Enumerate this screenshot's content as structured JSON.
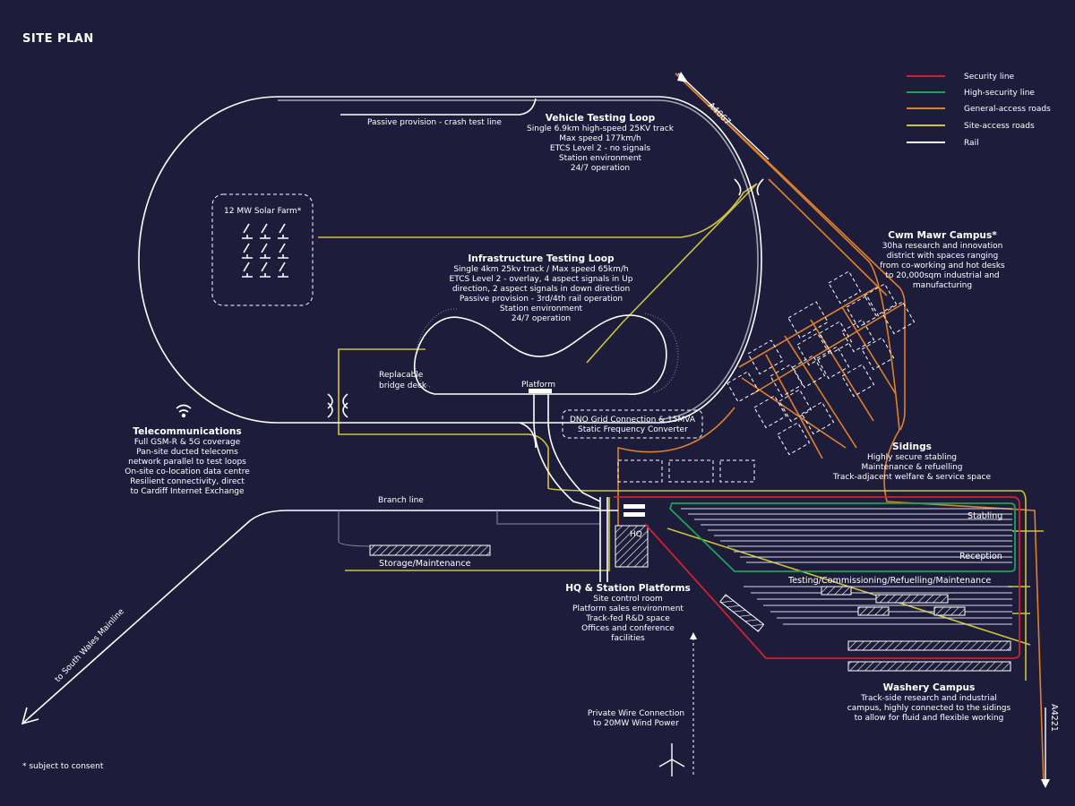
{
  "title": "SITE PLAN",
  "footnote": "* subject to consent",
  "legend": [
    {
      "label": "Security line",
      "color": "#d0202e"
    },
    {
      "label": "High-security line",
      "color": "#1fa05a"
    },
    {
      "label": "General-access roads",
      "color": "#e0802a"
    },
    {
      "label": "Site-access roads",
      "color": "#cfc437"
    },
    {
      "label": "Rail",
      "color": "#ffffff"
    }
  ],
  "roads": {
    "a4067": "A4067",
    "a4221": "A4221",
    "mainline": "to South Wales Mainline"
  },
  "labels": {
    "crash_test": "Passive provision - crash test line",
    "branch_line": "Branch line",
    "platform": "Platform",
    "bridge_1": "Replacable",
    "bridge_2": "bridge deck",
    "hq": "HQ",
    "storage": "Storage/Maintenance",
    "stabling": "Stabling",
    "reception": "Reception",
    "testing": "Testing/Commissioning/Refuelling/Maintenance"
  },
  "vehicle_loop": {
    "title": "Vehicle Testing Loop",
    "lines": [
      "Single 6.9km high-speed 25KV track",
      "Max speed 177km/h",
      "ETCS Level 2 - no signals",
      "Station environment",
      "24/7 operation"
    ]
  },
  "infra_loop": {
    "title": "Infrastructure Testing Loop",
    "lines": [
      "Single 4km 25kv track / Max speed 65km/h",
      "ETCS Level 2 - overlay, 4 aspect signals in Up",
      "direction, 2 aspect signals in down direction",
      "Passive provision - 3rd/4th rail operation",
      "Station environment",
      "24/7 operation"
    ]
  },
  "solar": {
    "title": "12 MW Solar Farm*",
    "icon": "solar-panel-icon"
  },
  "cwm_mawr": {
    "title": "Cwm Mawr Campus*",
    "lines": [
      "30ha research and innovation",
      "district with spaces ranging",
      "from co-working and hot desks",
      "to 20,000sqm industrial and",
      "manufacturing"
    ]
  },
  "dno": {
    "lines": [
      "DNO Grid Connection & 15MVA",
      "Static Frequency Converter"
    ]
  },
  "telecoms": {
    "title": "Telecommunications",
    "icon": "wifi-icon",
    "lines": [
      "Full GSM-R & 5G coverage",
      "Pan-site ducted telecoms",
      "network parallel to test loops",
      "On-site co-location data centre",
      "Resilient connectivity, direct",
      "to Cardiff Internet Exchange"
    ]
  },
  "sidings": {
    "title": "Sidings",
    "lines": [
      "Highly secure stabling",
      "Maintenance & refuelling",
      "Track-adjacent welfare & service space"
    ]
  },
  "hq_platforms": {
    "title": "HQ & Station Platforms",
    "lines": [
      "Site control room",
      "Platform sales environment",
      "Track-fed R&D space",
      "Offices and conference",
      "facilities"
    ]
  },
  "private_wire": {
    "lines": [
      "Private Wire Connection",
      "to 20MW Wind Power"
    ],
    "icon": "wind-turbine-icon"
  },
  "washery": {
    "title": "Washery Campus",
    "lines": [
      "Track-side research and industrial",
      "campus, highly connected to the sidings",
      "to allow for fluid and flexible working"
    ]
  }
}
